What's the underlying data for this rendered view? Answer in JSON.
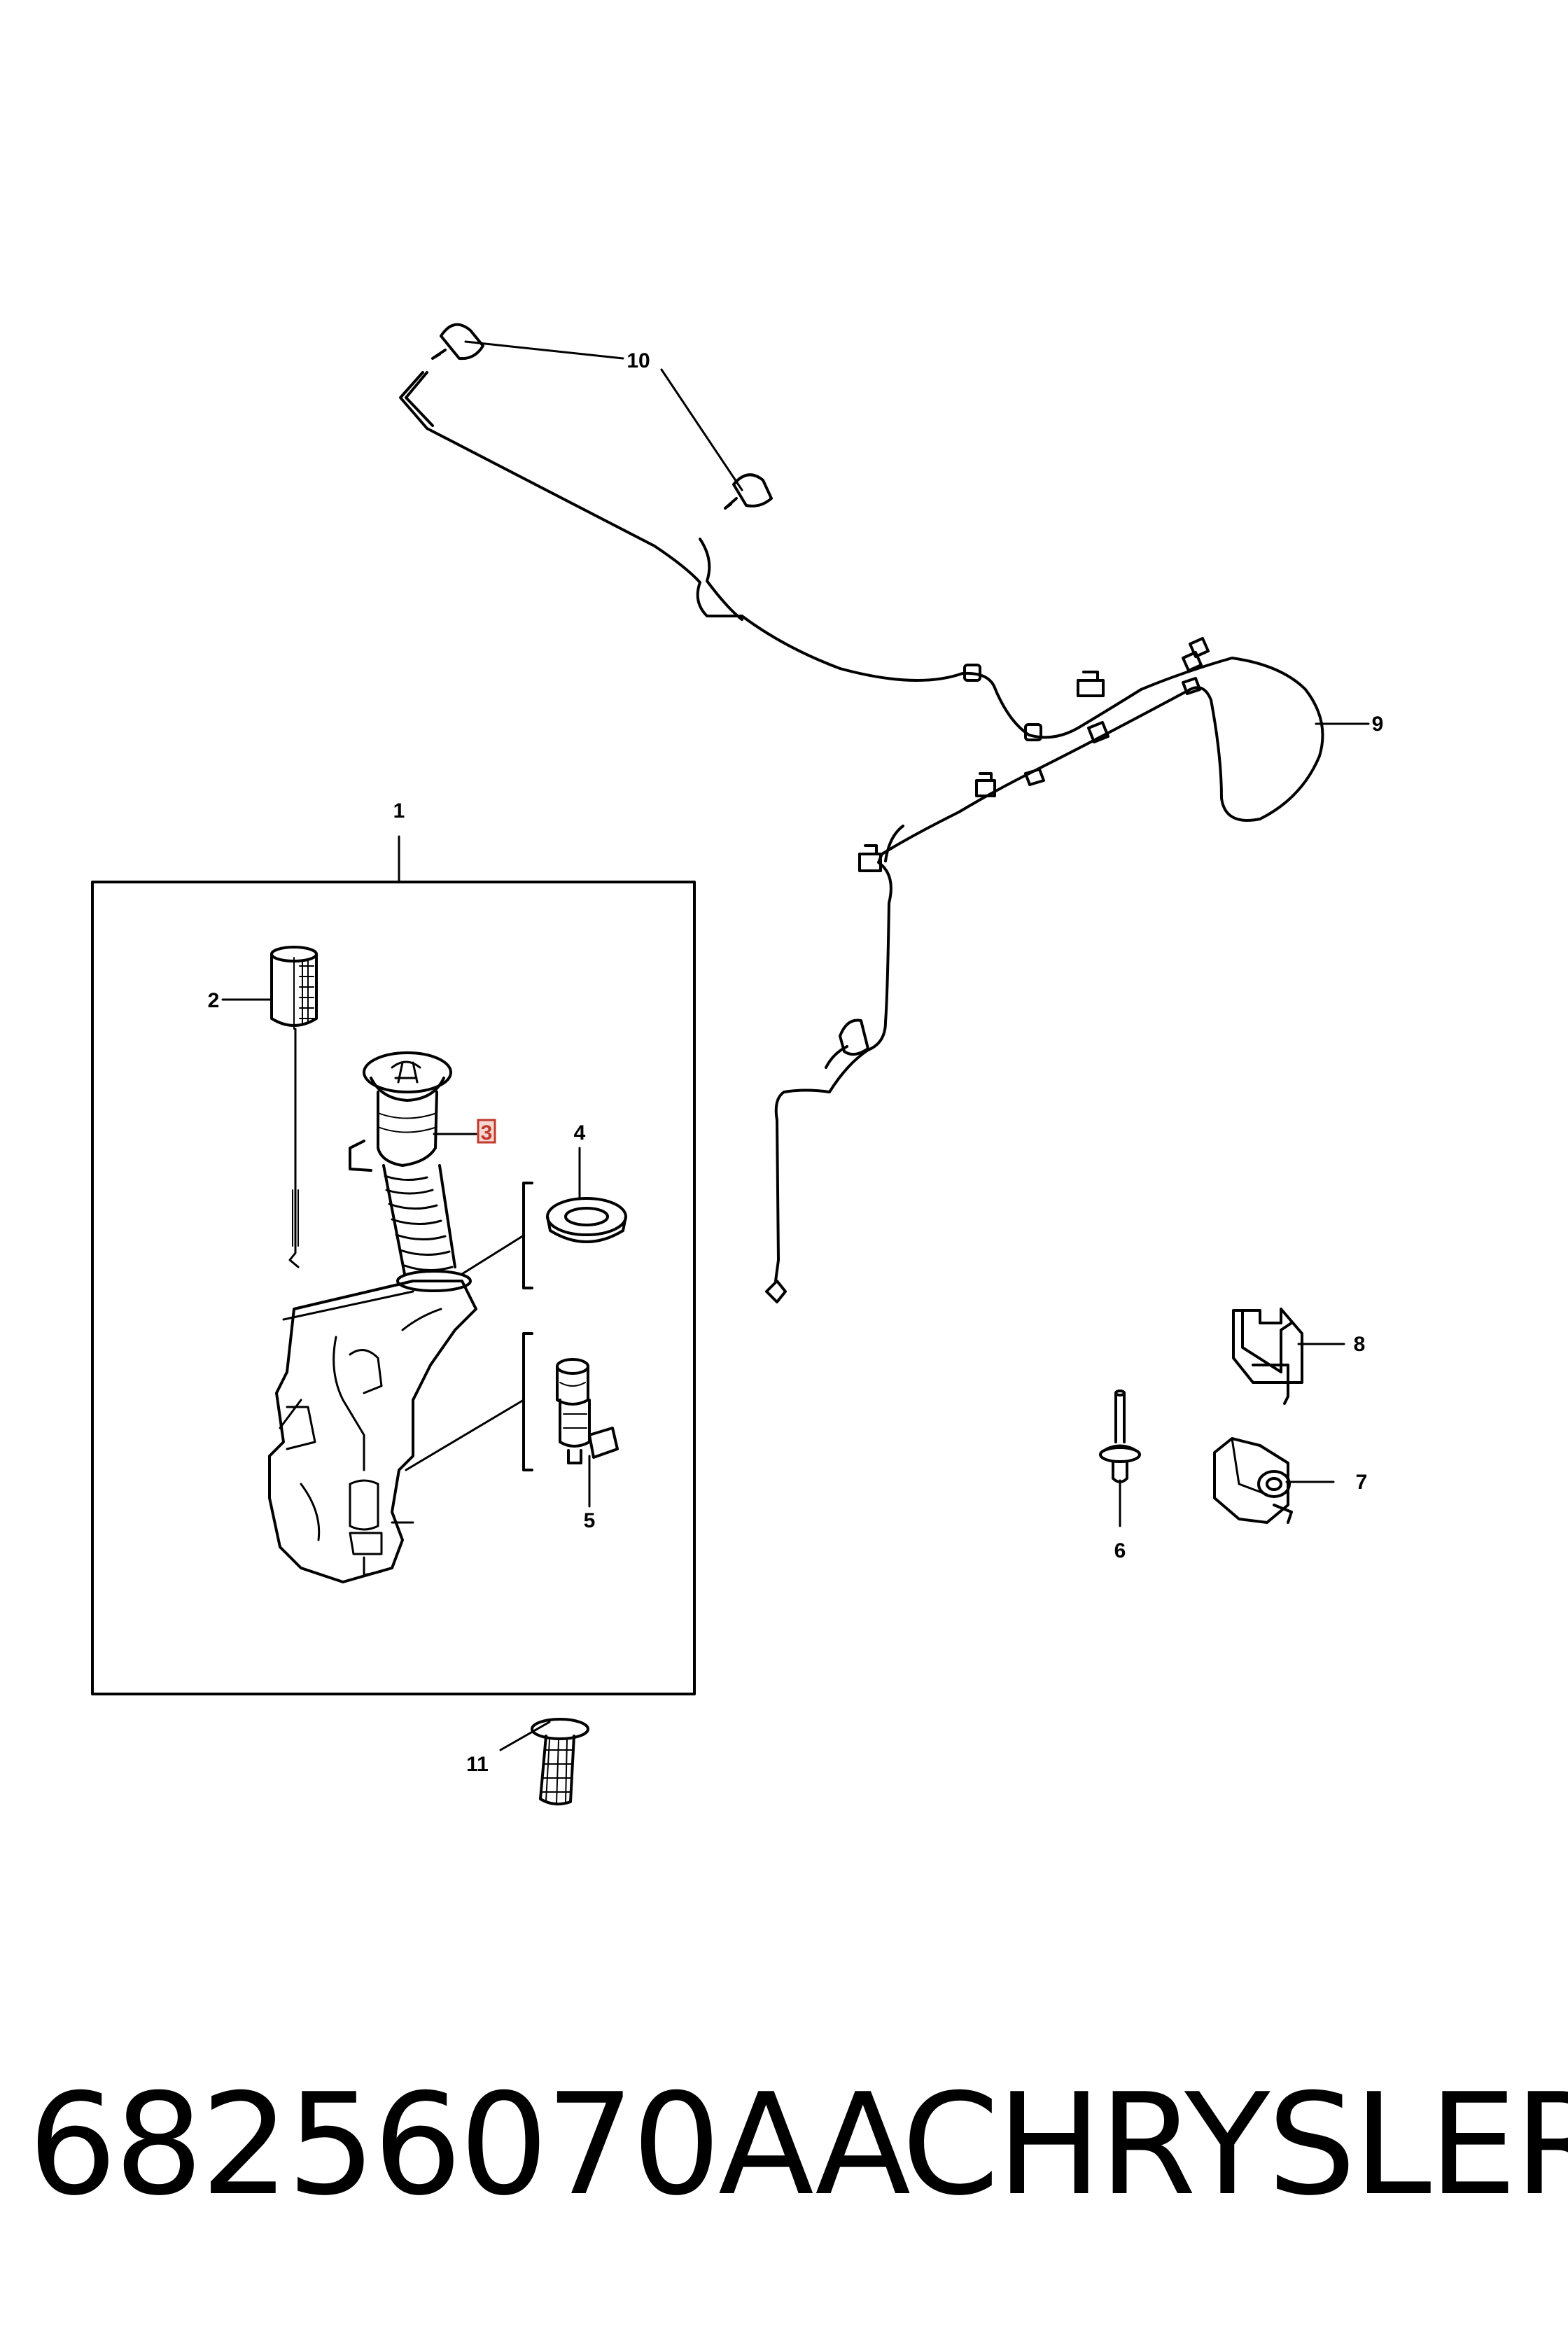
{
  "callouts": {
    "c1": "1",
    "c2": "2",
    "c3": "3",
    "c4": "4",
    "c5": "5",
    "c6": "6",
    "c7": "7",
    "c8": "8",
    "c9": "9",
    "c10": "10",
    "c11": "11"
  },
  "highlighted_callout": "3",
  "colors": {
    "line": "#000000",
    "highlight": "#c0392b",
    "background": "#ffffff"
  },
  "footer": {
    "part_number": "68256070AA",
    "brand": "CHRYSLER"
  }
}
